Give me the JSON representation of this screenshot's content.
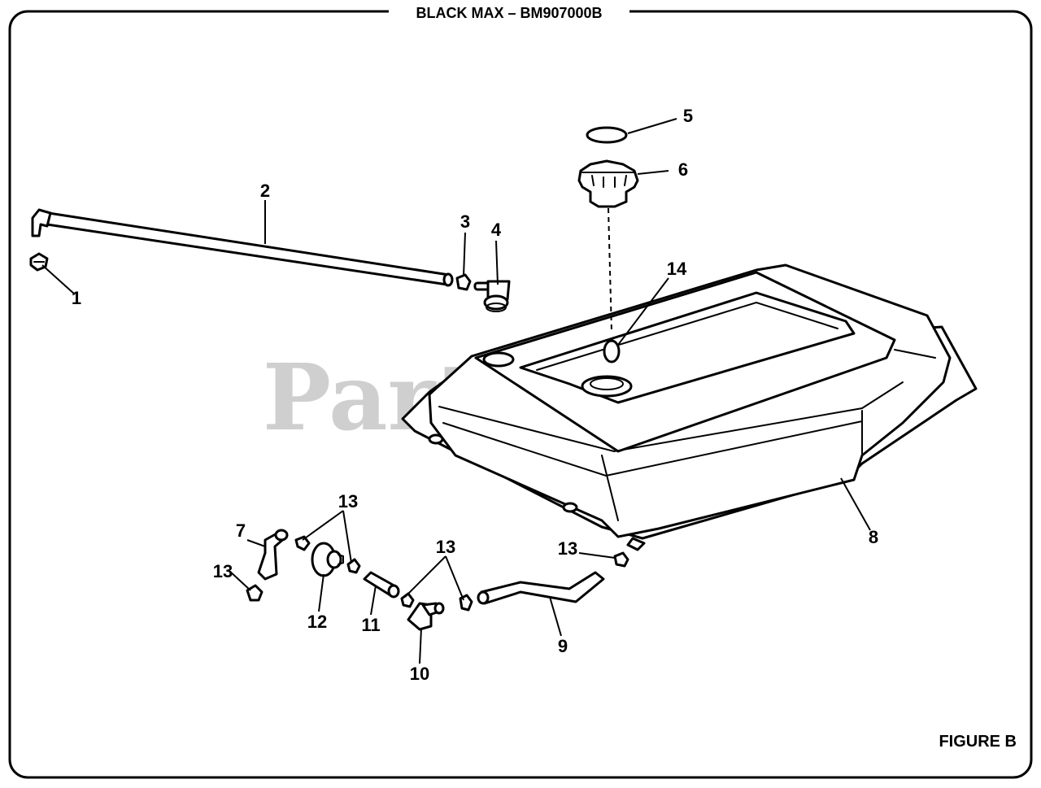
{
  "header": {
    "title": "BLACK MAX – BM907000B"
  },
  "figure_label": "FIGURE B",
  "watermark": "PartsTree",
  "parts": [
    {
      "label": "1"
    },
    {
      "label": "2"
    },
    {
      "label": "3"
    },
    {
      "label": "4"
    },
    {
      "label": "5"
    },
    {
      "label": "6"
    },
    {
      "label": "7"
    },
    {
      "label": "8"
    },
    {
      "label": "9"
    },
    {
      "label": "10"
    },
    {
      "label": "11"
    },
    {
      "label": "12"
    },
    {
      "label": "13"
    },
    {
      "label": "14"
    }
  ],
  "callouts_13": [
    "13",
    "13",
    "13",
    "13"
  ]
}
